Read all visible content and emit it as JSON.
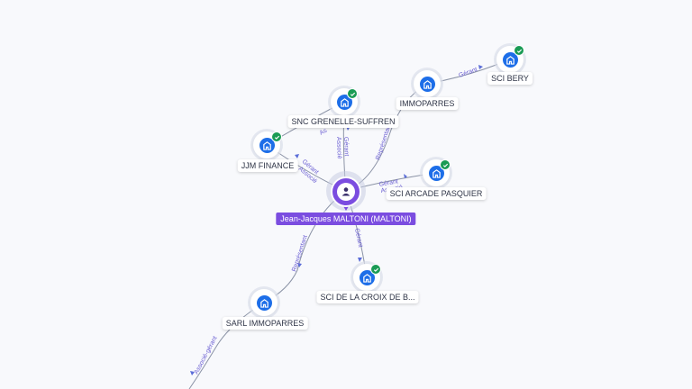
{
  "colors": {
    "person_accent": "#7b4de0",
    "company_icon": "#1d6ee8",
    "verified_badge": "#1a9b55",
    "edge_label": "#6b5fd3"
  },
  "person": {
    "name": "Jean-Jacques MALTONI (MALTONI)",
    "icon": "user-icon"
  },
  "companies": {
    "sci_bery": {
      "label": "SCI BERY",
      "verified": true,
      "icon": "building-icon"
    },
    "immoparres": {
      "label": "IMMOPARRES",
      "verified": false,
      "icon": "building-icon"
    },
    "snc_grenelle": {
      "label": "SNC GRENELLE-SUFFREN",
      "verified": true,
      "icon": "building-icon"
    },
    "jjm_finance": {
      "label": "JJM FINANCE",
      "verified": true,
      "icon": "building-icon"
    },
    "sci_arcade": {
      "label": "SCI ARCADE PASQUIER",
      "verified": true,
      "icon": "building-icon"
    },
    "sci_croix": {
      "label": "SCI DE LA CROIX DE B...",
      "verified": true,
      "icon": "building-icon"
    },
    "sarl_immoparres": {
      "label": "SARL IMMOPARRES",
      "verified": false,
      "icon": "building-icon"
    }
  },
  "edge_labels": {
    "gerant_bery": "Gérant",
    "representant_immoparres": "Représentant",
    "gerant_snc": "Gérant",
    "associe_snc": "Associé",
    "as_snc": "As",
    "gerant_jjm": "Gérant",
    "associe_jjm": "Associé",
    "gerant_arcade": "Gérant",
    "associe_arcade": "Associé",
    "gerant_croix": "Gérant",
    "representant_sarl": "Représentant",
    "associe_sarl": "Associé-gérant"
  }
}
